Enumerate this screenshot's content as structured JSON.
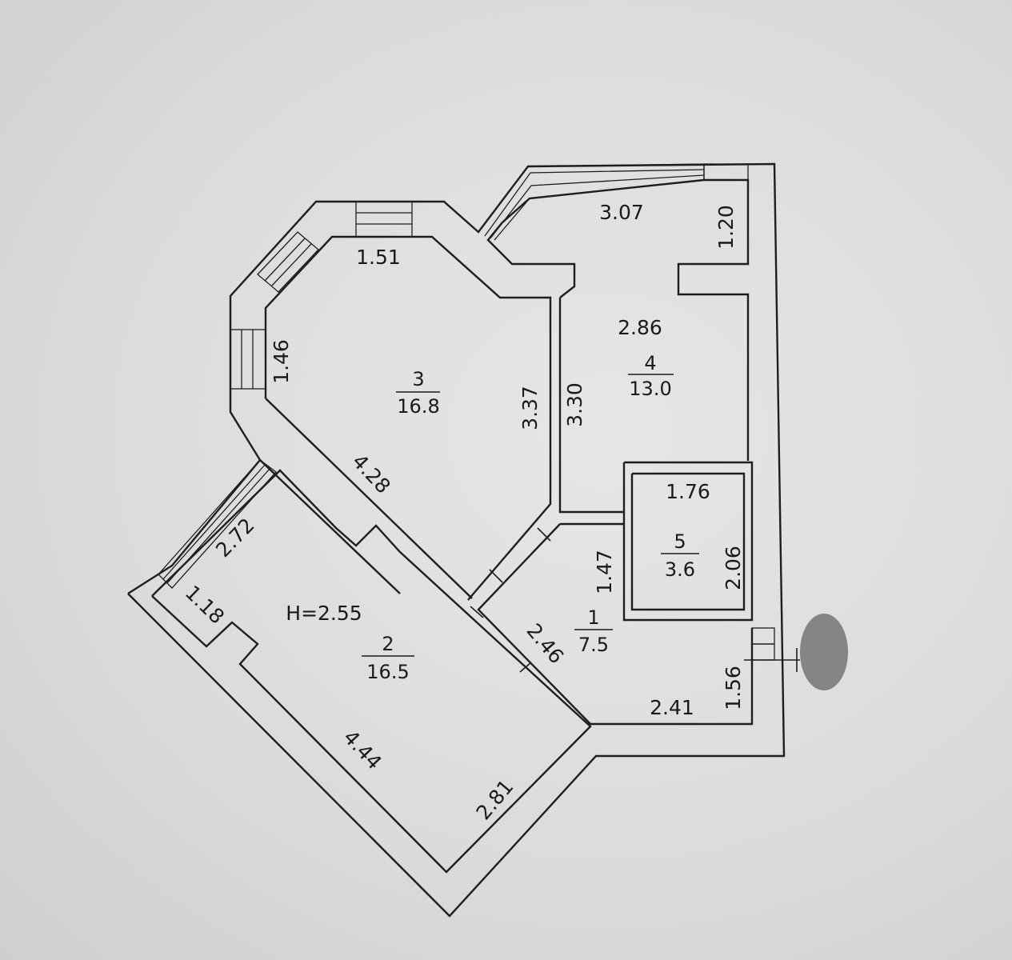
{
  "plan": {
    "ceiling_height": "H=2.55",
    "rooms": [
      {
        "number": "1",
        "area": "7.5"
      },
      {
        "number": "2",
        "area": "16.5"
      },
      {
        "number": "3",
        "area": "16.8"
      },
      {
        "number": "4",
        "area": "13.0"
      },
      {
        "number": "5",
        "area": "3.6"
      }
    ],
    "dimensions": {
      "room3_top": "1.51",
      "room3_left": "1.46",
      "room3_right": "3.37",
      "room3_diag": "4.28",
      "room4_top": "3.07",
      "room4_niche": "1.20",
      "room4_inner": "2.86",
      "room4_left": "3.30",
      "room5_top": "1.76",
      "room5_right": "2.06",
      "room1_left": "1.47",
      "room1_diag": "2.46",
      "room1_bottom": "2.41",
      "room1_right": "1.56",
      "room2_top": "2.72",
      "room2_niche": "1.18",
      "room2_bottom": "4.44",
      "room2_right": "2.81"
    }
  }
}
